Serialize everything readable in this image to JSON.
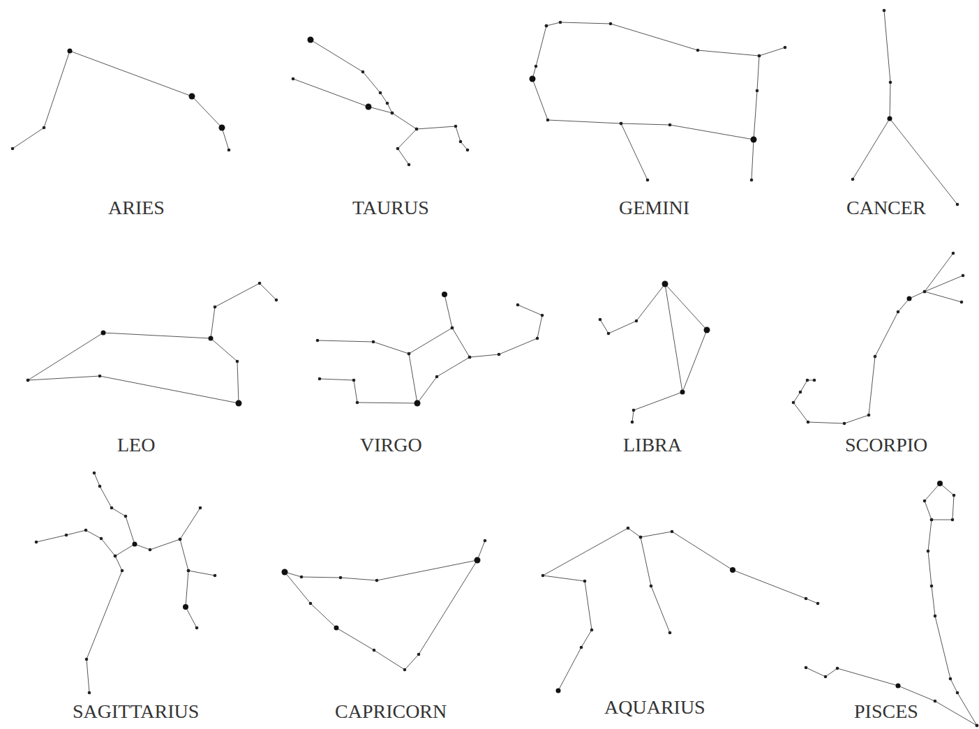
{
  "diagram": {
    "labels": [
      "ARIES",
      "TAURUS",
      "GEMINI",
      "CANCER",
      "LEO",
      "VIRGO",
      "LIBRA",
      "SCORPIO",
      "SAGITTARIUS",
      "CAPRICORN",
      "AQUARIUS",
      "PISCES"
    ]
  }
}
